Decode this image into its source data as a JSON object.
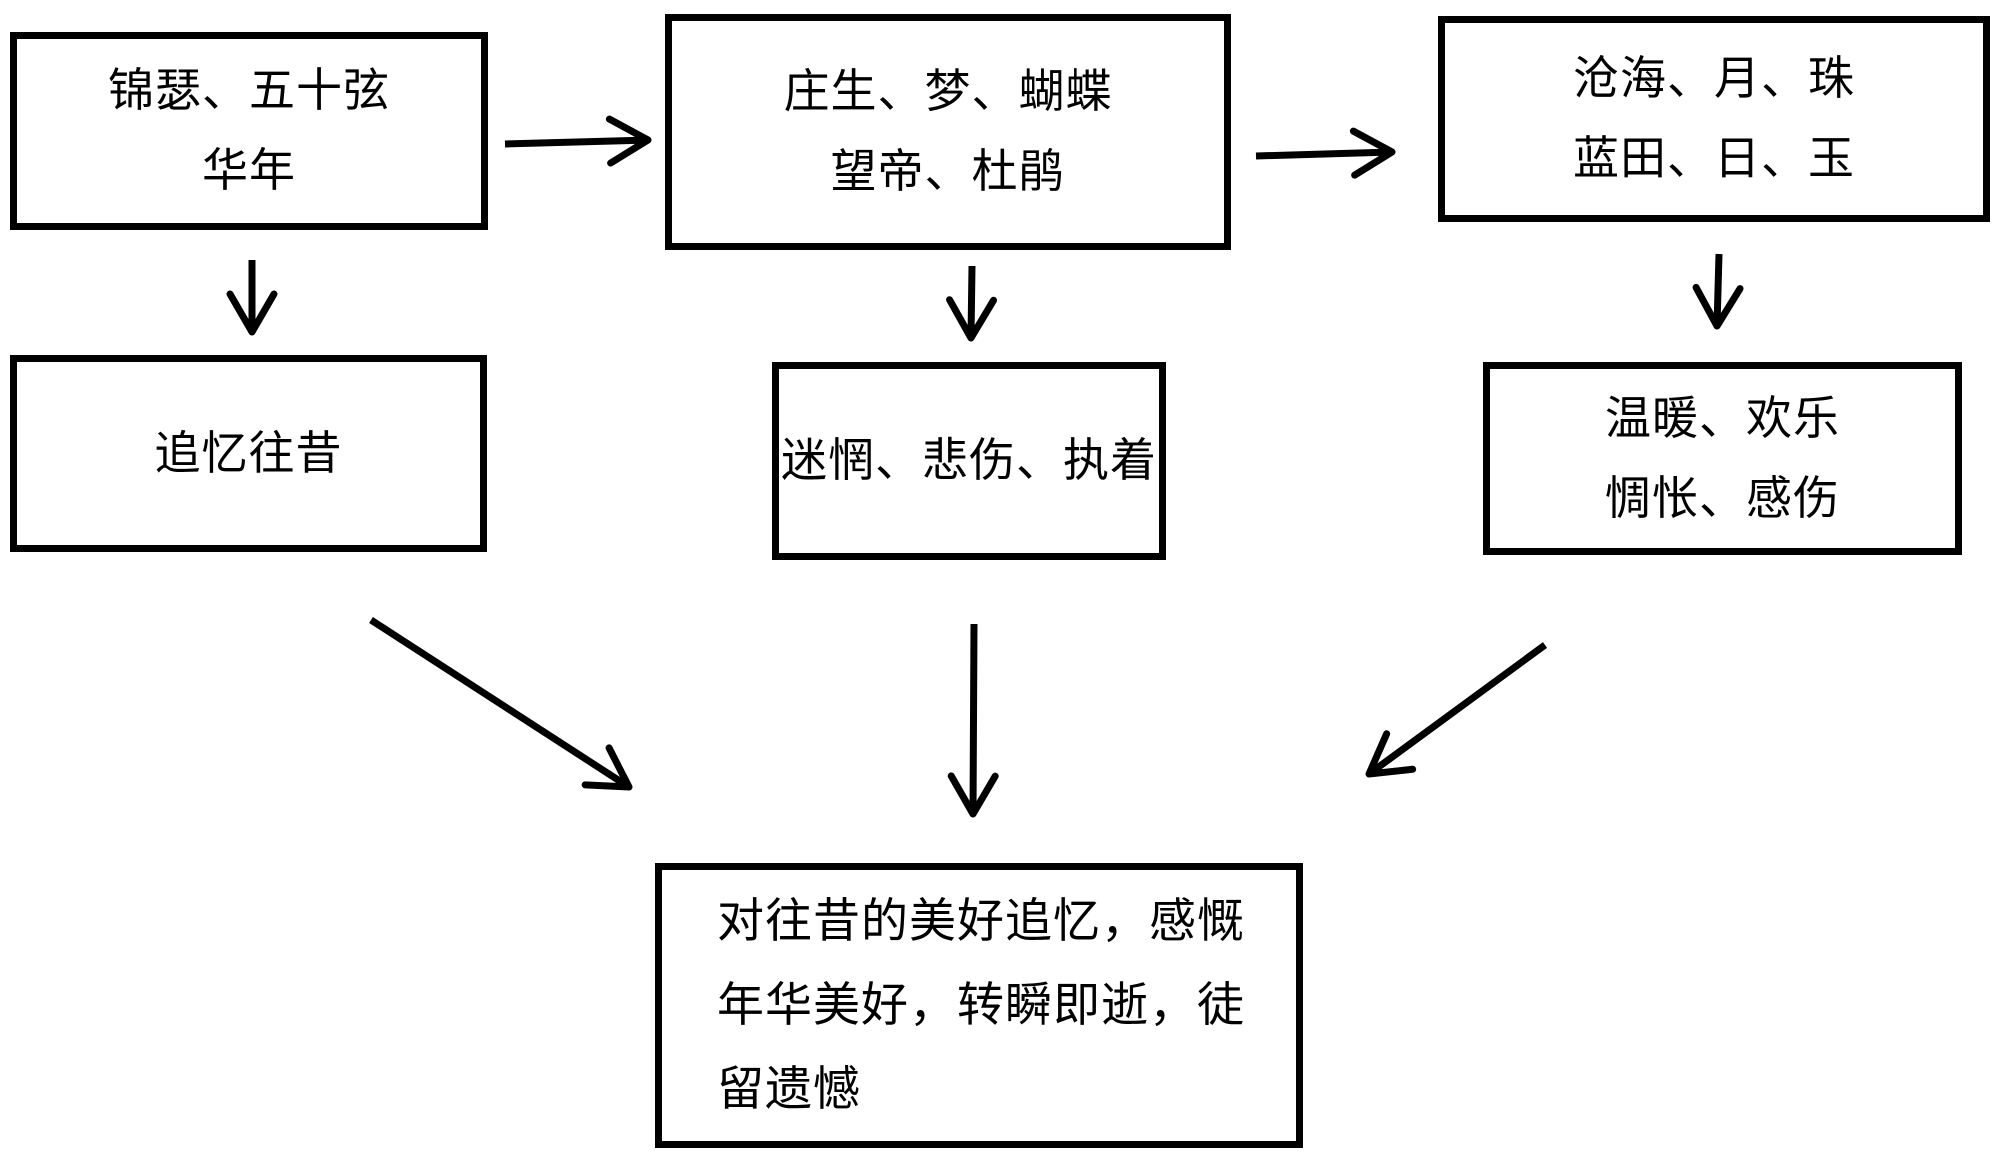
{
  "diagram": {
    "colors": {
      "background": "#ffffff",
      "foreground": "#000000"
    },
    "nodes": {
      "jinse": {
        "line1": "锦瑟、五十弦",
        "line2": "华年"
      },
      "zhuangsheng": {
        "line1": "庄生、梦、蝴蝶",
        "line2": "望帝、杜鹃"
      },
      "canghai": {
        "line1": "沧海、月、珠",
        "line2": "蓝田、日、玉"
      },
      "zhuiyi": {
        "line1": "追忆往昔"
      },
      "miwang": {
        "line1": "迷惘、悲伤、执着"
      },
      "wennuan": {
        "line1": "温暖、欢乐",
        "line2": "惆怅、感伤"
      },
      "summary": {
        "line1": "对往昔的美好追忆，感慨",
        "line2": "年华美好，转瞬即逝，徒",
        "line3": "留遗憾"
      }
    },
    "edges": [
      {
        "from": "jinse",
        "to": "zhuangsheng",
        "direction": "right"
      },
      {
        "from": "zhuangsheng",
        "to": "canghai",
        "direction": "right"
      },
      {
        "from": "jinse",
        "to": "zhuiyi",
        "direction": "down"
      },
      {
        "from": "zhuangsheng",
        "to": "miwang",
        "direction": "down"
      },
      {
        "from": "canghai",
        "to": "wennuan",
        "direction": "down"
      },
      {
        "from": "zhuiyi",
        "to": "summary",
        "direction": "down-right"
      },
      {
        "from": "miwang",
        "to": "summary",
        "direction": "down"
      },
      {
        "from": "wennuan",
        "to": "summary",
        "direction": "down-left"
      }
    ]
  }
}
